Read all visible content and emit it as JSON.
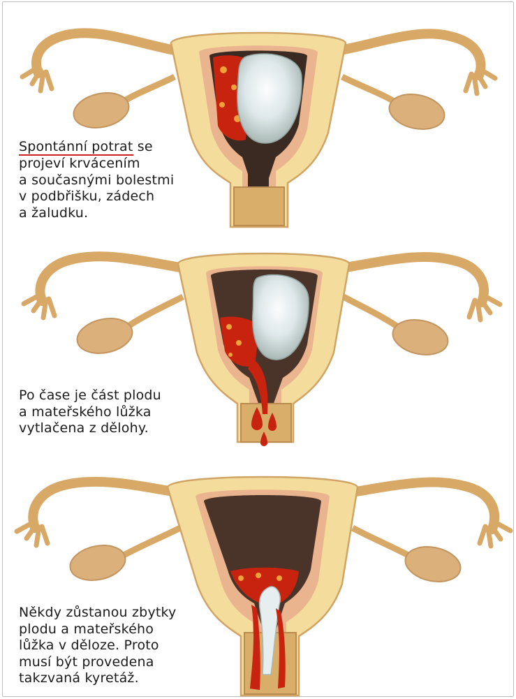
{
  "stages": [
    {
      "caption": {
        "highlight": "Spontánní potrat",
        "first_rest": " se",
        "lines": [
          "projeví krvácením",
          "a současnými bolestmi",
          "v podbřišku, zádech",
          "a žaludku."
        ]
      }
    },
    {
      "caption": {
        "lines": [
          "Po čase je část plodu",
          "a mateřského lůžka",
          "vytlačena z dělohy."
        ]
      }
    },
    {
      "caption": {
        "lines": [
          "Někdy zůstanou zbytky",
          "plodu a mateřského",
          "lůžka v děloze. Proto",
          "musí být provedena",
          "takzvaná kyretáž."
        ]
      }
    }
  ],
  "colors": {
    "tissue_light": "#f6dfa0",
    "tissue_mid": "#e9c27a",
    "tissue_outline": "#cfa465",
    "inner_lining": "#e7b08a",
    "cavity_dark": "#3b2a22",
    "sac": "#e6eef0",
    "blood": "#c8230f",
    "highlight_underline": "#cc1f1f"
  }
}
